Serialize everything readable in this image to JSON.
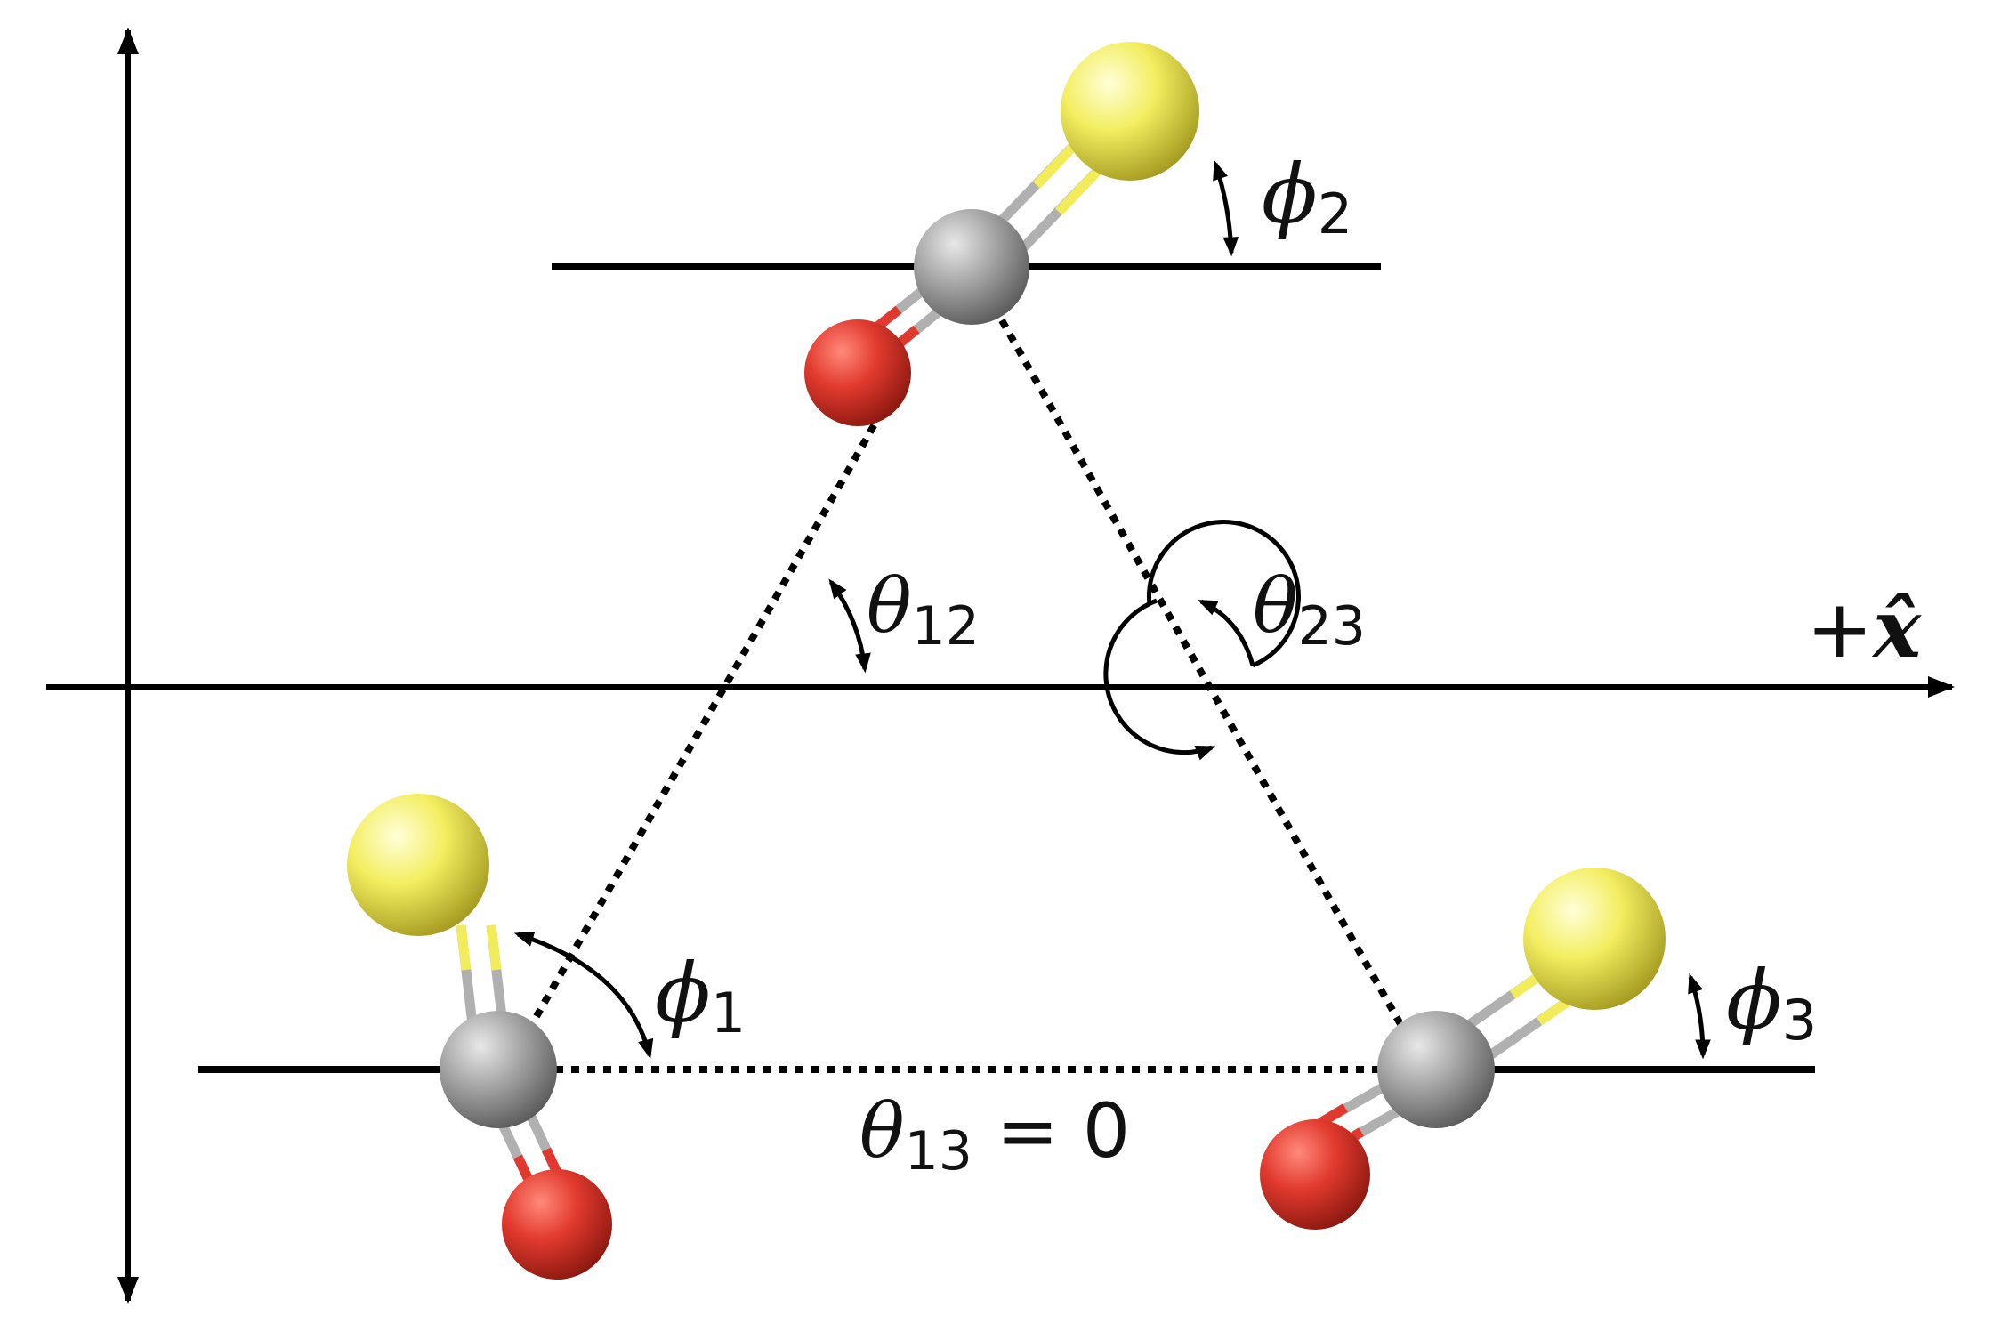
{
  "labels": {
    "phi1": {
      "sym": "ϕ",
      "sub": "1"
    },
    "phi2": {
      "sym": "ϕ",
      "sub": "2"
    },
    "phi3": {
      "sym": "ϕ",
      "sub": "3"
    },
    "theta12": {
      "sym": "θ",
      "sub": "12"
    },
    "theta23": {
      "sym": "θ",
      "sub": "23"
    },
    "theta13": {
      "sym": "θ",
      "sub": "13",
      "rest": " = 0"
    },
    "x_axis": {
      "prefix": "+",
      "sym": "x̂"
    }
  },
  "molecules": [
    {
      "name": "molecule-1"
    },
    {
      "name": "molecule-2"
    },
    {
      "name": "molecule-3"
    }
  ],
  "colors": {
    "carbon": "#9a9a9a",
    "oxygen": "#e03a30",
    "sulfur": "#f2ec5a",
    "line": "#000000"
  }
}
